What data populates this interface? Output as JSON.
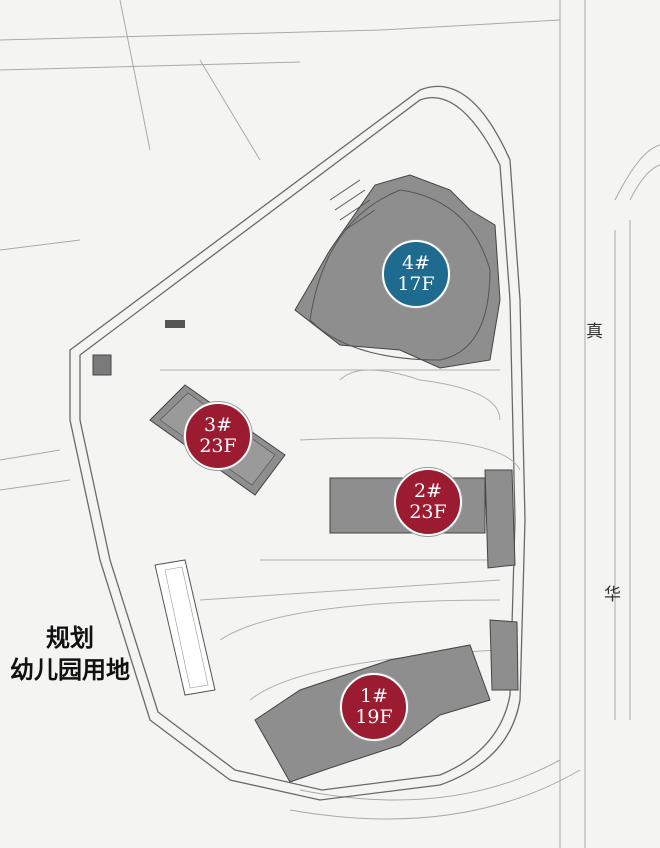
{
  "buildings": [
    {
      "id": "4#",
      "floors": "17F",
      "color": "#1e6b8f"
    },
    {
      "id": "3#",
      "floors": "23F",
      "color": "#9b1b30"
    },
    {
      "id": "2#",
      "floors": "23F",
      "color": "#9b1b30"
    },
    {
      "id": "1#",
      "floors": "19F",
      "color": "#9b1b30"
    }
  ],
  "road": {
    "char1": "真",
    "char2": "华"
  },
  "zone": {
    "line1": "规划",
    "line2": "幼儿园用地"
  },
  "colors": {
    "building_fill": "#8e8e8e",
    "building_edge": "#444444",
    "line": "#9a9a9a",
    "badge_red": "#9b1b30",
    "badge_blue": "#1e6b8f"
  }
}
